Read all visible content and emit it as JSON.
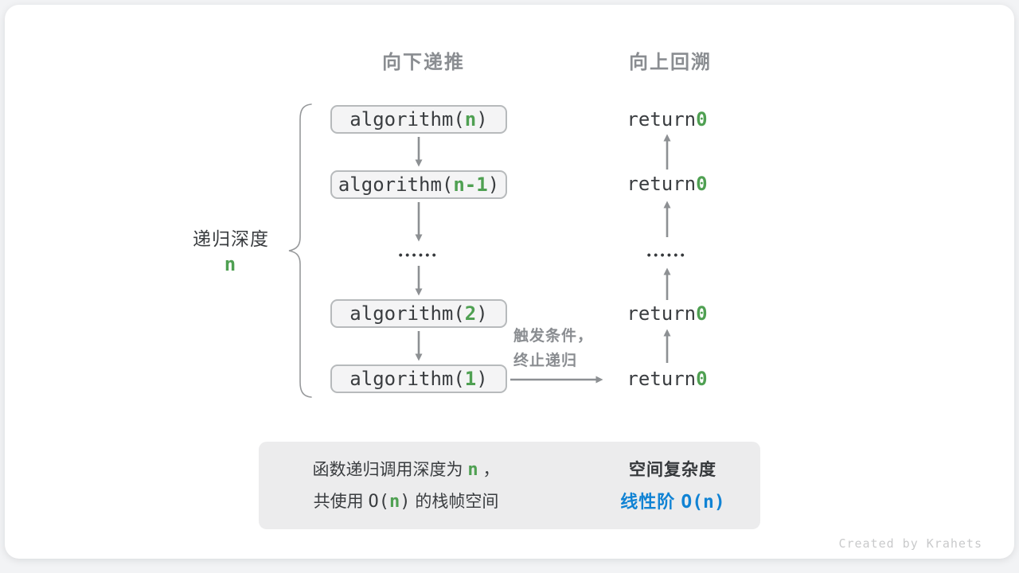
{
  "headers": {
    "down": "向下递推",
    "up": "向上回溯"
  },
  "depth": {
    "label": "递归深度",
    "value": "n"
  },
  "calls": [
    {
      "pre": "algorithm(",
      "arg": "n",
      "post": ")"
    },
    {
      "pre": "algorithm(",
      "arg": "n-1",
      "post": ")"
    },
    {
      "pre": "algorithm(",
      "arg": "2",
      "post": ")"
    },
    {
      "pre": "algorithm(",
      "arg": "1",
      "post": ")"
    }
  ],
  "returns": [
    {
      "pre": "return ",
      "val": "0"
    },
    {
      "pre": "return ",
      "val": "0"
    },
    {
      "pre": "return ",
      "val": "0"
    },
    {
      "pre": "return ",
      "val": "0"
    }
  ],
  "dots": "••••••",
  "trigger": {
    "line1": "触发条件，",
    "line2": "终止递归"
  },
  "summary": {
    "line1": {
      "pre": "函数递归调用深度为 ",
      "arg": "n",
      "post": " ，"
    },
    "line2": {
      "pre": "共使用 ",
      "code_pre": "O(",
      "arg": "n",
      "code_post": ")",
      "post": " 的栈帧空间"
    },
    "result_title": "空间复杂度",
    "result_label": "线性阶 ",
    "result_code_pre": "O(",
    "result_code_arg": "n",
    "result_code_post": ")"
  },
  "watermark": "Created by Krahets",
  "colors": {
    "green": "#4fa052",
    "blue": "#1183d4",
    "gray": "#8a8d91"
  }
}
